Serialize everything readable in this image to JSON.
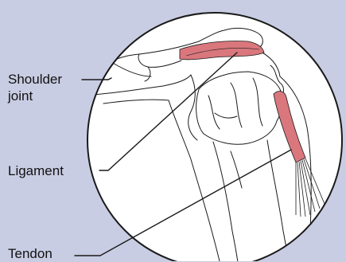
{
  "labels": {
    "shoulder_joint_line1": "Shoulder",
    "shoulder_joint_line2": "joint",
    "ligament": "Ligament",
    "tendon": "Tendon"
  },
  "colors": {
    "background": "#c9cde3",
    "circle_fill": "#ffffff",
    "outline": "#1a1a1a",
    "tissue": "#d9777d"
  }
}
